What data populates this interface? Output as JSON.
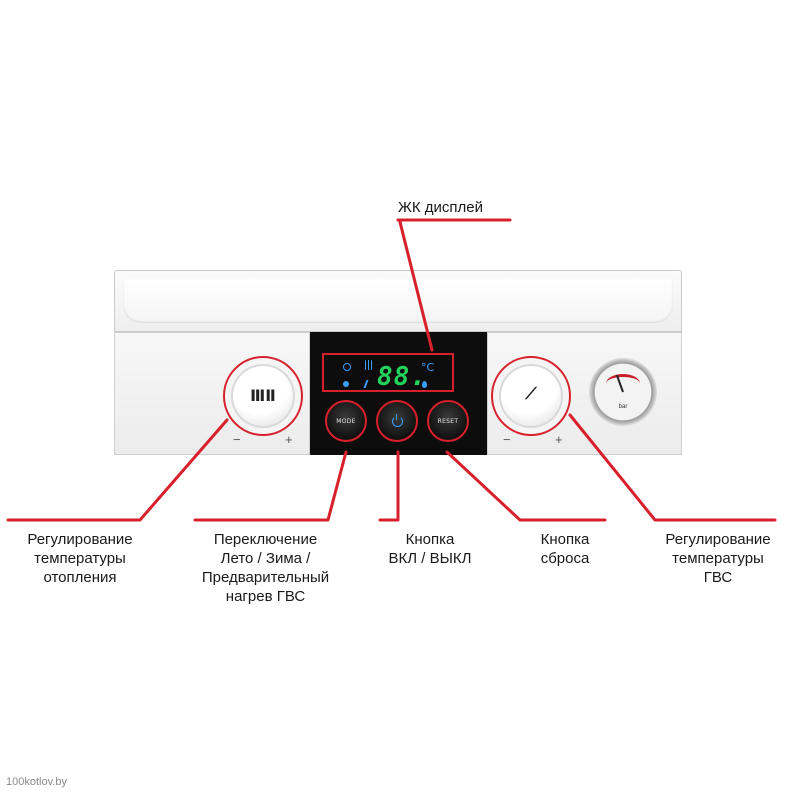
{
  "display": {
    "label": "ЖК дисплей",
    "digits": "88.",
    "unit": "°C"
  },
  "buttons": {
    "mode": "MODE",
    "reset": "RESET"
  },
  "knobs": {
    "heating_glyph": "ⅢⅡ",
    "dhw_glyph": "⟋",
    "minus": "−",
    "plus": "+"
  },
  "gauge": {
    "text": "bar"
  },
  "labels": {
    "heating": [
      "Регулирование",
      "температуры",
      "отопления"
    ],
    "mode": [
      "Переключение",
      "Лето / Зима /",
      "Предварительный",
      "нагрев ГВС"
    ],
    "power": [
      "Кнопка",
      "ВКЛ / ВЫКЛ"
    ],
    "reset": [
      "Кнопка",
      "сброса"
    ],
    "dhw": [
      "Регулирование",
      "температуры",
      "ГВС"
    ]
  },
  "watermark": "100kotlov.by",
  "colors": {
    "callout": "#d8202c",
    "lcd_digits": "#22d45c",
    "lcd_icons": "#3aa0ff"
  }
}
